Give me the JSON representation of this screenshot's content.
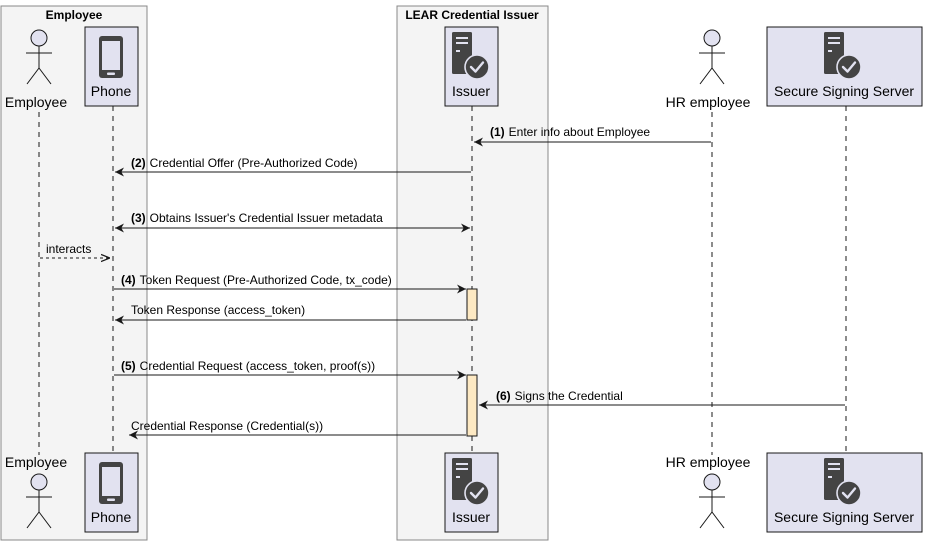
{
  "colors": {
    "group_bg": "#f4f4f4",
    "group_border": "#888888",
    "participant_fill": "#e2e2f0",
    "participant_border": "#181818",
    "icon": "#444444",
    "activation_fill": "#fde9c3",
    "line": "#181818"
  },
  "groups": [
    {
      "title": "Employee"
    },
    {
      "title": "LEAR Credential Issuer"
    }
  ],
  "participants": [
    {
      "label": "Employee",
      "kind": "actor",
      "icon": "actor-icon"
    },
    {
      "label": "Phone",
      "kind": "box",
      "icon": "phone-icon"
    },
    {
      "label": "Issuer",
      "kind": "box",
      "icon": "server-check-icon"
    },
    {
      "label": "HR employee",
      "kind": "actor",
      "icon": "actor-icon"
    },
    {
      "label": "Secure Signing Server",
      "kind": "box",
      "icon": "server-check-icon"
    }
  ],
  "messages": [
    {
      "num": "(1)",
      "text": "Enter info about Employee",
      "from": "HR employee",
      "to": "Issuer"
    },
    {
      "num": "(2)",
      "text": "Credential Offer (Pre-Authorized Code)",
      "from": "Issuer",
      "to": "Phone"
    },
    {
      "num": "(3)",
      "text": "Obtains Issuer's Credential Issuer metadata",
      "from": "Phone",
      "to": "Issuer",
      "bidirectional": true
    },
    {
      "num": "",
      "text": "interacts",
      "from": "Employee",
      "to": "Phone",
      "dashed": true
    },
    {
      "num": "(4)",
      "text": "Token Request (Pre-Authorized Code, tx_code)",
      "from": "Phone",
      "to": "Issuer"
    },
    {
      "num": "",
      "text": "Token Response (access_token)",
      "from": "Issuer",
      "to": "Phone"
    },
    {
      "num": "(5)",
      "text": "Credential Request (access_token, proof(s))",
      "from": "Phone",
      "to": "Issuer"
    },
    {
      "num": "(6)",
      "text": "Signs the Credential",
      "from": "Secure Signing Server",
      "to": "Issuer"
    },
    {
      "num": "",
      "text": "Credential Response (Credential(s))",
      "from": "Issuer",
      "to": "Phone"
    }
  ]
}
